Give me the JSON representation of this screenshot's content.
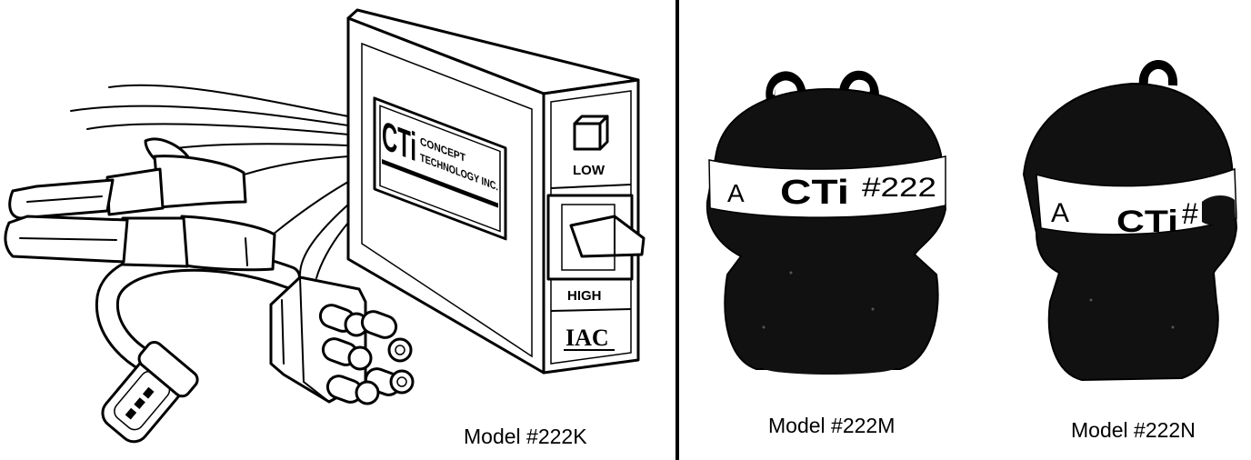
{
  "colors": {
    "ink": "#000000",
    "paper": "#ffffff",
    "sensor_body": "#111111"
  },
  "model_222k": {
    "caption": "Model #222K",
    "device": {
      "logo": "CTi",
      "company_line1": "CONCEPT",
      "company_line2": "TECHNOLOGY INC.",
      "switch_low_label": "LOW",
      "switch_high_label": "HIGH",
      "model_code": "IAC"
    }
  },
  "model_222m": {
    "caption": "Model #222M",
    "label": {
      "letter": "A",
      "logo": "CTi",
      "part_number": "#222"
    }
  },
  "model_222n": {
    "caption": "Model #222N",
    "label": {
      "letter": "A",
      "logo": "CTi",
      "part_number": "#"
    }
  }
}
